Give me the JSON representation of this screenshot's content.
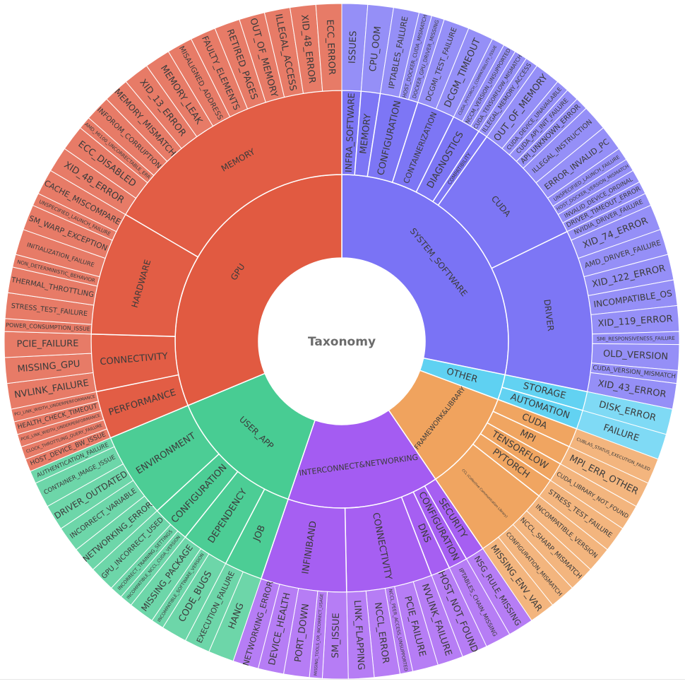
{
  "chart_data": {
    "type": "sunburst",
    "title": "",
    "center_label": "Taxonomy",
    "grid": false,
    "legend": "none",
    "colors": {
      "GPU": "#e15a41",
      "SYSTEM_SOFTWARE": "#7a73f5",
      "OTHER": "#5fd1f2",
      "FRAMEWORK&LIBRARY": "#f0a35e",
      "INTERCONNECT&NETWORKING": "#a45cf2",
      "USER_APP": "#48cc93"
    },
    "root": {
      "name": "Taxonomy",
      "children": [
        {
          "name": "SYSTEM_SOFTWARE",
          "children": [
            {
              "name": "INFRA_SOFTWARE",
              "children": [
                {
                  "name": "ISSUES",
                  "value": 1
                }
              ]
            },
            {
              "name": "MEMORY",
              "children": [
                {
                  "name": "CPU_OOM",
                  "value": 1
                }
              ]
            },
            {
              "name": "CONFIGURATION",
              "children": [
                {
                  "name": "IPTABLES_FAILURE",
                  "value": 1
                },
                {
                  "name": "HOST_DOCKER_CUDA_MISMATCH",
                  "value": 0.5
                },
                {
                  "name": "DOCKER_GPU_DRIVER_MISSING",
                  "value": 0.5
                }
              ]
            },
            {
              "name": "CONTAINERIZATION",
              "children": [
                {
                  "name": "DCGMI_TEST_FAILURE",
                  "value": 1
                },
                {
                  "name": "DCGM_TIMEOUT",
                  "value": 1
                }
              ]
            },
            {
              "name": "DIAGNOSTICS",
              "children": [
                {
                  "name": "CUDA_PYTORCH_COMPATIBILITY_ISSUE",
                  "value": 0.5
                },
                {
                  "name": "NCCM_VERSION_UNSUPPORTED",
                  "value": 0.5
                },
                {
                  "name": "CUDA_TENSORFLOW_MISMATCH",
                  "value": 0.5
                }
              ]
            },
            {
              "name": "COMPATIBILITY",
              "children": [
                {
                  "name": "ILLEGAL_MEMORY_ACCESS",
                  "value": 0.5
                }
              ]
            },
            {
              "name": "CUDA",
              "children": [
                {
                  "name": "OUT_OF_MEMORY",
                  "value": 1
                },
                {
                  "name": "CUDA_DEVICE_UNAVAILABLE",
                  "value": 0.5
                },
                {
                  "name": "CUDA_API_INIT_FAILURE",
                  "value": 0.5
                },
                {
                  "name": "API_UNKNOWN_ERROR",
                  "value": 0.5
                },
                {
                  "name": "ILLEGAL_INSTRUCTION",
                  "value": 1
                },
                {
                  "name": "ERROR_INVALID_PC",
                  "value": 1
                },
                {
                  "name": "UNSPECIFIED_LAUNCH_FAILURE",
                  "value": 0.5
                },
                {
                  "name": "HOST_DOCKER_VERSION_MISMATCH",
                  "value": 0.5
                },
                {
                  "name": "INVALID_DEVICE_ORDINAL",
                  "value": 0.5
                },
                {
                  "name": "DRIVER_TIMEOUT_ERROR",
                  "value": 0.5
                }
              ]
            },
            {
              "name": "DRIVER",
              "children": [
                {
                  "name": "NVIDIA_DRIVER_FAILURE",
                  "value": 0.5
                },
                {
                  "name": "XID_74_ERROR",
                  "value": 1
                },
                {
                  "name": "AMD_DRIVER_FAILURE",
                  "value": 1
                },
                {
                  "name": "XID_122_ERROR",
                  "value": 1
                },
                {
                  "name": "INCOMPATIBLE_OS",
                  "value": 1
                },
                {
                  "name": "XID_119_ERROR",
                  "value": 1
                },
                {
                  "name": "SMI_RESPONSIVENESS_FAILURE",
                  "value": 0.5
                },
                {
                  "name": "OLD_VERSION",
                  "value": 1
                },
                {
                  "name": "CUDA_VERSION_MISMATCH",
                  "value": 0.5
                },
                {
                  "name": "XID_43_ERROR",
                  "value": 1
                }
              ]
            }
          ]
        },
        {
          "name": "OTHER",
          "children": [
            {
              "name": "STORAGE",
              "children": [
                {
                  "name": "DISK_ERROR",
                  "value": 1
                }
              ]
            },
            {
              "name": "AUTOMATION",
              "children": [
                {
                  "name": "FAILURE",
                  "value": 1
                }
              ]
            }
          ]
        },
        {
          "name": "FRAMEWORK&LIBRARY",
          "children": [
            {
              "name": "CUDA",
              "children": [
                {
                  "name": "CUBLAS_STATUS_EXECUTION_FAILED",
                  "value": 1
                }
              ]
            },
            {
              "name": "MPI",
              "children": [
                {
                  "name": "MPI_ERR_OTHER",
                  "value": 1
                }
              ]
            },
            {
              "name": "TENSORFLOW",
              "children": [
                {
                  "name": "CUDA_LIBRARY_NOT_FOUND",
                  "value": 1
                }
              ]
            },
            {
              "name": "PYTORCH",
              "children": [
                {
                  "name": "STRESS_TEST_FAILURE",
                  "value": 1
                }
              ]
            },
            {
              "name": "CCL (Collective Communication Library)",
              "children": [
                {
                  "name": "INCOMPATIBLE_VERSION",
                  "value": 1
                },
                {
                  "name": "NCCL_SHARP_MISMATCH",
                  "value": 1
                },
                {
                  "name": "CONFIGURATION_MISMATCH",
                  "value": 1
                },
                {
                  "name": "MISSING_ENV_VAR",
                  "value": 1
                }
              ]
            }
          ]
        },
        {
          "name": "INTERCONNECT&NETWORKING",
          "children": [
            {
              "name": "SECURITY",
              "children": [
                {
                  "name": "NSG_RULE_MISSING",
                  "value": 1
                }
              ]
            },
            {
              "name": "CONFIGURATION",
              "children": [
                {
                  "name": "IPTABLES_CHAIN_MISSING",
                  "value": 1
                }
              ]
            },
            {
              "name": "DNS",
              "children": [
                {
                  "name": "HOST_NOT_FOUND",
                  "value": 1
                }
              ]
            },
            {
              "name": "CONNECTIVITY",
              "children": [
                {
                  "name": "NVLINK_FAILURE",
                  "value": 1
                },
                {
                  "name": "PCIE_FAILURE",
                  "value": 1
                },
                {
                  "name": "NCCL_PEER_ACCESS_UNSUPPORTED",
                  "value": 0.5
                },
                {
                  "name": "NCCL_ERROR",
                  "value": 1
                },
                {
                  "name": "LINK_FLAPPING",
                  "value": 1
                }
              ]
            },
            {
              "name": "INFINIBAND",
              "children": [
                {
                  "name": "SM_ISSUE",
                  "value": 1
                },
                {
                  "name": "MISSING_TOOLS_OR_INCORRECT_USAGE",
                  "value": 0.5
                },
                {
                  "name": "PORT_DOWN",
                  "value": 1
                },
                {
                  "name": "DEVICE_HEALTH",
                  "value": 1
                },
                {
                  "name": "NETWORKING_ERROR",
                  "value": 1
                }
              ]
            }
          ]
        },
        {
          "name": "USER_APP",
          "children": [
            {
              "name": "JOB",
              "children": [
                {
                  "name": "HANG",
                  "value": 1
                },
                {
                  "name": "EXECUTION_FAILURE",
                  "value": 1
                }
              ]
            },
            {
              "name": "DEPENDENCY",
              "children": [
                {
                  "name": "CODE_BUGS",
                  "value": 1
                },
                {
                  "name": "INCOMPATIBLE_SOFTWARE_VERSION",
                  "value": 0.5
                },
                {
                  "name": "MISSING_PACKAGE",
                  "value": 1
                }
              ]
            },
            {
              "name": "CONFIGURATION",
              "children": [
                {
                  "name": "INCOMPATIBLE_NCCL_CUDA_VERSION",
                  "value": 0.5
                },
                {
                  "name": "INCORRECT_TRAINING_SETTINGS",
                  "value": 0.5
                },
                {
                  "name": "GPU_INCORRECT_USED",
                  "value": 1
                }
              ]
            },
            {
              "name": "ENVIRONMENT",
              "children": [
                {
                  "name": "NETWORKING_ERROR",
                  "value": 1
                },
                {
                  "name": "INCORRECT_VARIABLE",
                  "value": 1
                },
                {
                  "name": "DRIVER_OUTDATED",
                  "value": 1
                },
                {
                  "name": "CONTAINER_IMAGE_ISSUE",
                  "value": 1
                },
                {
                  "name": "AUTHENTICATION_FAILURE",
                  "value": 0.5
                }
              ]
            }
          ]
        },
        {
          "name": "GPU",
          "children": [
            {
              "name": "PERFORMANCE",
              "children": [
                {
                  "name": "HOST_DEVICE_BW_ISSUE",
                  "value": 0.5
                },
                {
                  "name": "CLOCK_THROTTLING_QUERY_FAILURE",
                  "value": 0.5
                },
                {
                  "name": "PCIE_LINK_WIDTH_UNDERPERFORMANCE",
                  "value": 0.5
                },
                {
                  "name": "HEALTH_CHECK_TIMEOUT",
                  "value": 0.5
                },
                {
                  "name": "PCI_LINK_WIDTH_UNDERPERFORMANCE",
                  "value": 0.5
                }
              ]
            },
            {
              "name": "CONNECTIVITY",
              "children": [
                {
                  "name": "NVLINK_FAILURE",
                  "value": 1
                },
                {
                  "name": "MISSING_GPU",
                  "value": 1
                },
                {
                  "name": "PCIE_FAILURE",
                  "value": 1
                }
              ]
            },
            {
              "name": "HARDWARE",
              "children": [
                {
                  "name": "POWER_CONSUMPTION_ISSUE",
                  "value": 0.5
                },
                {
                  "name": "STRESS_TEST_FAILURE",
                  "value": 1
                },
                {
                  "name": "THERMAL_THROTTLING",
                  "value": 1
                },
                {
                  "name": "NON_DETERMINISTIC_BEHAVIOR",
                  "value": 0.5
                },
                {
                  "name": "INITIALIZATION_FAILURE",
                  "value": 1
                },
                {
                  "name": "SM_WARP_EXCEPTION",
                  "value": 1
                },
                {
                  "name": "UNSPECIFIED_LAUNCH_FAILURE",
                  "value": 0.5
                },
                {
                  "name": "CACHE_MISCOMPARE",
                  "value": 1
                }
              ]
            },
            {
              "name": "MEMORY",
              "children": [
                {
                  "name": "XID_48_ERROR",
                  "value": 1
                },
                {
                  "name": "ECC_DISABLED",
                  "value": 1
                },
                {
                  "name": "AMD_MI100_UNCORRECTABLE_ERR",
                  "value": 0.5
                },
                {
                  "name": "INFOROM_CORRUPTION",
                  "value": 1
                },
                {
                  "name": "MEMORY_MISMATCH",
                  "value": 1
                },
                {
                  "name": "XID_13_ERROR",
                  "value": 1
                },
                {
                  "name": "MEMORY_LEAK",
                  "value": 1
                },
                {
                  "name": "MISALIGNED_ADDRESS",
                  "value": 1
                },
                {
                  "name": "FAULTY_ELEMENTS",
                  "value": 1
                },
                {
                  "name": "RETIRED_PAGES",
                  "value": 1
                },
                {
                  "name": "OUT_OF_MEMORY",
                  "value": 1
                },
                {
                  "name": "ILLEGAL_ACCESS",
                  "value": 1
                },
                {
                  "name": "XID_48_ERROR",
                  "value": 1
                },
                {
                  "name": "ECC_ERROR",
                  "value": 1
                }
              ]
            }
          ]
        }
      ]
    }
  }
}
